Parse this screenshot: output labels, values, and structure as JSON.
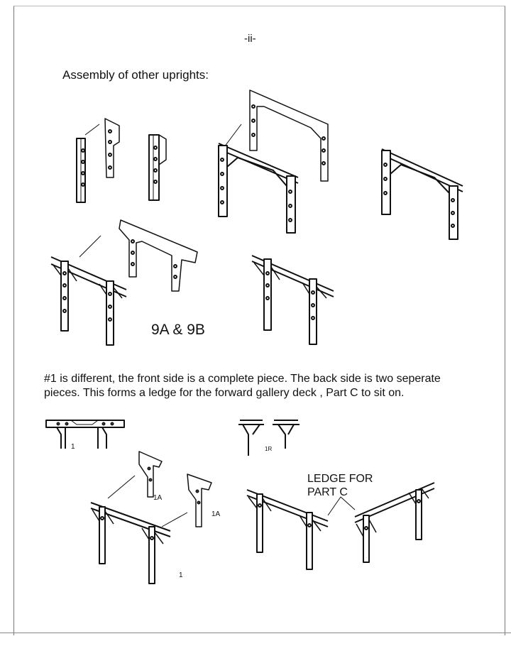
{
  "page_number": "-ii-",
  "heading": "Assembly of other uprights:",
  "figure_caption": "9A & 9B",
  "paragraph": {
    "line1": "#1 is different, the front side is a complete piece. The back side is two seperate",
    "line2": "pieces. This forms a ledge  for the forward gallery deck , Part C to sit on."
  },
  "ledge_label": {
    "line1": "LEDGE FOR",
    "line2": "PART C"
  },
  "part_labels": {
    "p1_top": "1",
    "p1r": "1R",
    "p1a_left": "1A",
    "p1a_right": "1A",
    "p1_bottom": "1"
  }
}
